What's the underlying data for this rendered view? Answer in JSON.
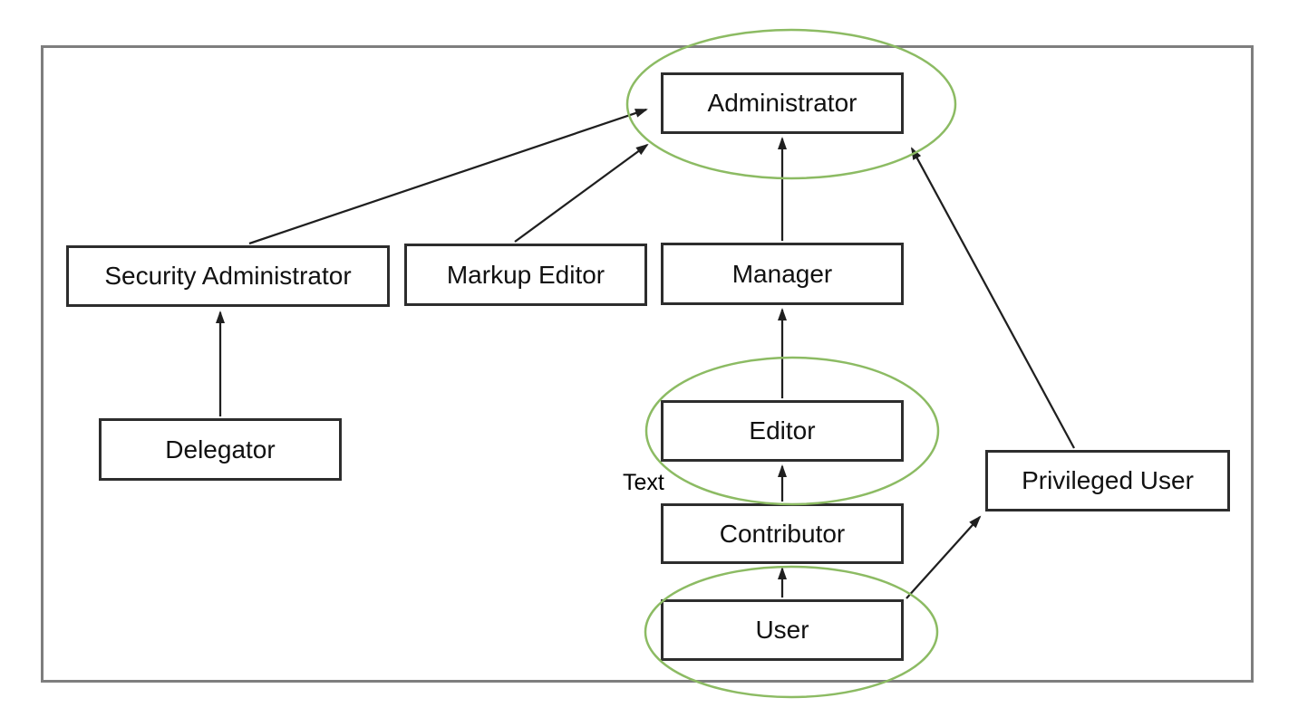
{
  "diagram": {
    "type": "role-hierarchy",
    "nodes": [
      {
        "id": "administrator",
        "label": "Administrator",
        "highlighted": true
      },
      {
        "id": "security-administrator",
        "label": "Security Administrator",
        "highlighted": false
      },
      {
        "id": "markup-editor",
        "label": "Markup Editor",
        "highlighted": false
      },
      {
        "id": "manager",
        "label": "Manager",
        "highlighted": false
      },
      {
        "id": "delegator",
        "label": "Delegator",
        "highlighted": false
      },
      {
        "id": "editor",
        "label": "Editor",
        "highlighted": true
      },
      {
        "id": "contributor",
        "label": "Contributor",
        "highlighted": false
      },
      {
        "id": "user",
        "label": "User",
        "highlighted": true
      },
      {
        "id": "privileged-user",
        "label": "Privileged User",
        "highlighted": false
      }
    ],
    "edges": [
      {
        "from": "security-administrator",
        "to": "administrator"
      },
      {
        "from": "markup-editor",
        "to": "administrator"
      },
      {
        "from": "manager",
        "to": "administrator"
      },
      {
        "from": "privileged-user",
        "to": "administrator"
      },
      {
        "from": "delegator",
        "to": "security-administrator"
      },
      {
        "from": "editor",
        "to": "manager"
      },
      {
        "from": "contributor",
        "to": "editor"
      },
      {
        "from": "user",
        "to": "contributor"
      },
      {
        "from": "user",
        "to": "privileged-user"
      }
    ],
    "annotations": {
      "free_text_label": "Text",
      "highlighted_nodes": [
        "administrator",
        "editor",
        "user"
      ]
    },
    "colors": {
      "highlight_ellipse": "#8cbb63",
      "node_border": "#2d2d2d",
      "arrow": "#1f1f1f",
      "frame_border": "#7e7e7e",
      "background": "#ffffff"
    }
  }
}
